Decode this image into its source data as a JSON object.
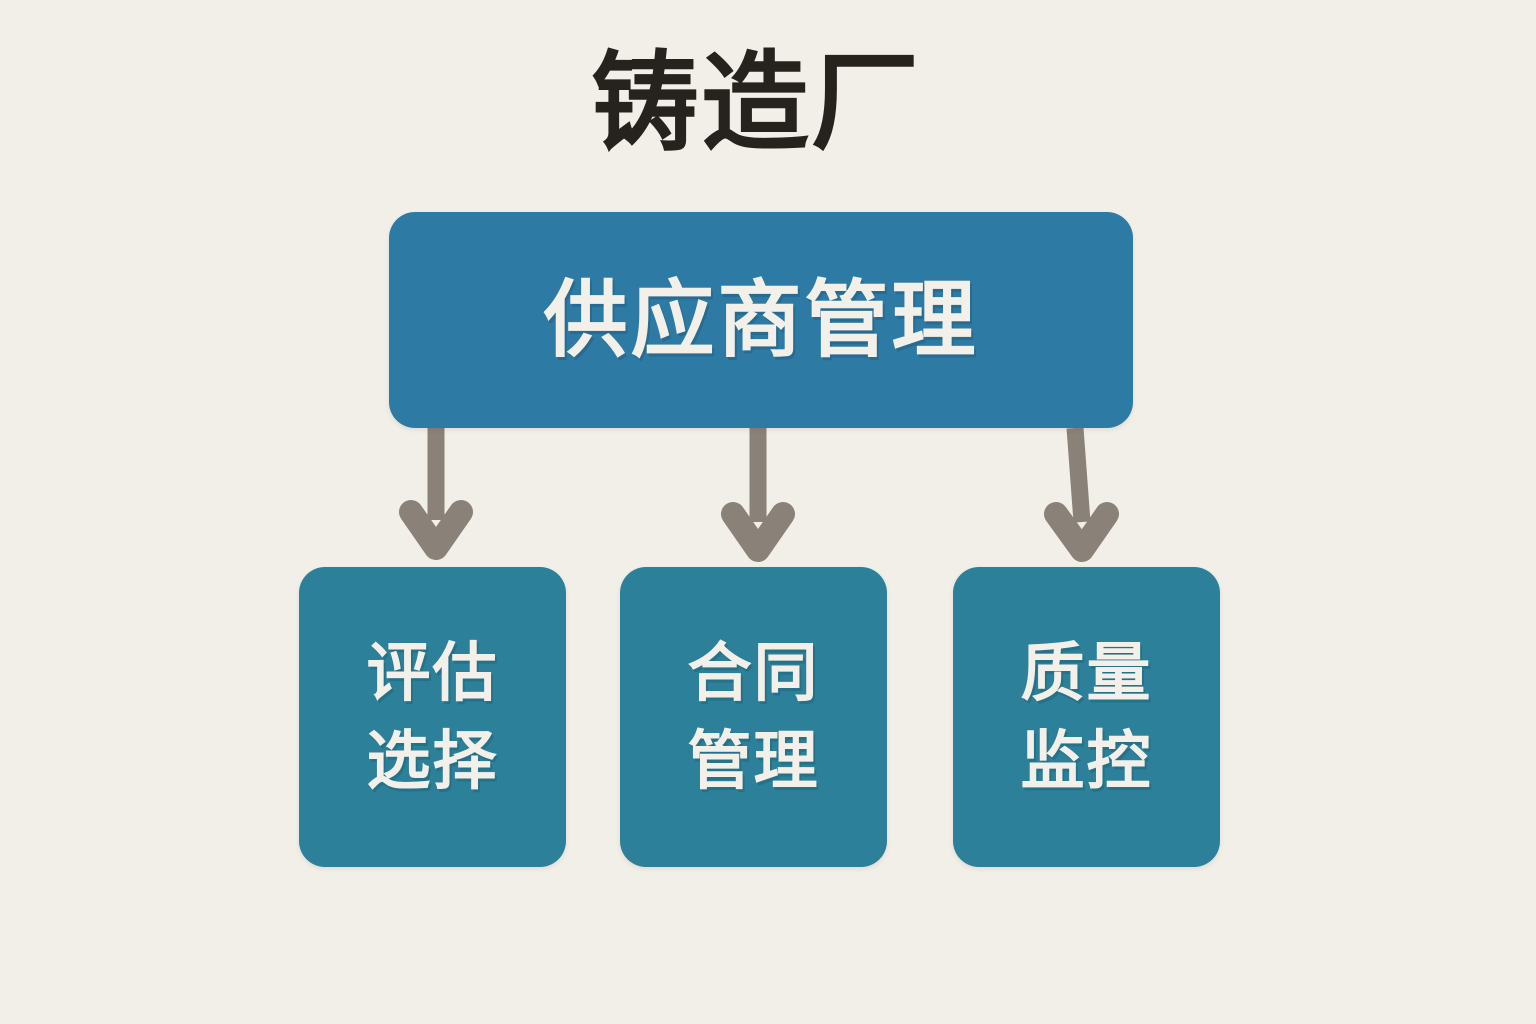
{
  "diagram": {
    "title": "铸造厂",
    "type": "flowchart-tree",
    "background_color": "#f2efe9",
    "title_color": "#26231f",
    "root": {
      "label": "供应商管理",
      "fill_color": "#2d7ba5",
      "text_color": "#f3f0ea"
    },
    "children": [
      {
        "id": "child-0",
        "line1": "评估",
        "line2": "选择",
        "full_label": "评估选择",
        "fill_color": "#2c8099",
        "text_color": "#f3f0ea"
      },
      {
        "id": "child-1",
        "line1": "合同",
        "line2": "管理",
        "full_label": "合同管理",
        "fill_color": "#2c8099",
        "text_color": "#f3f0ea"
      },
      {
        "id": "child-2",
        "line1": "质量",
        "line2": "监控",
        "full_label": "质量监控",
        "fill_color": "#2c8099",
        "text_color": "#f3f0ea"
      }
    ],
    "connectors": {
      "count": 3,
      "style": "down-arrow",
      "color": "#8a8279",
      "from": "供应商管理",
      "to": [
        "评估选择",
        "合同管理",
        "质量监控"
      ]
    }
  }
}
